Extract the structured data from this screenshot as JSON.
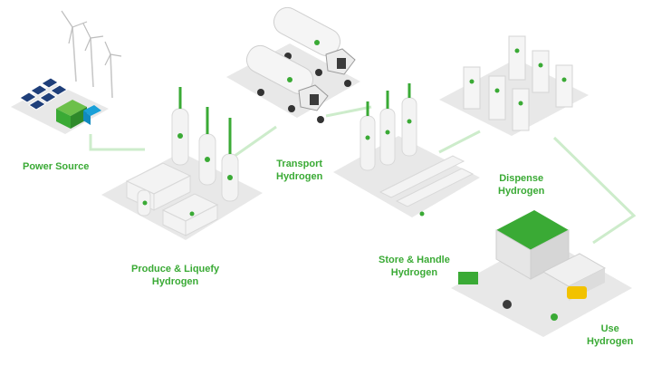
{
  "accent_color": "#3aaa35",
  "connector_color": "#cdeccb",
  "platform_color": "#e8e8e8",
  "stages": [
    {
      "id": "power-source",
      "line1": "Power Source",
      "line2": "",
      "icon": "wind-solar-plant-icon"
    },
    {
      "id": "produce-liquefy",
      "line1": "Produce  &  Liquefy",
      "line2": "Hydrogen",
      "icon": "liquefaction-plant-icon"
    },
    {
      "id": "transport",
      "line1": "Transport",
      "line2": "Hydrogen",
      "icon": "tanker-truck-icon"
    },
    {
      "id": "store-handle",
      "line1": "Store & Handle",
      "line2": "Hydrogen",
      "icon": "storage-tank-icon"
    },
    {
      "id": "dispense",
      "line1": "Dispense",
      "line2": "Hydrogen",
      "icon": "fuel-dispenser-icon"
    },
    {
      "id": "use",
      "line1": "Use",
      "line2": "Hydrogen",
      "icon": "warehouse-forklift-icon"
    }
  ]
}
